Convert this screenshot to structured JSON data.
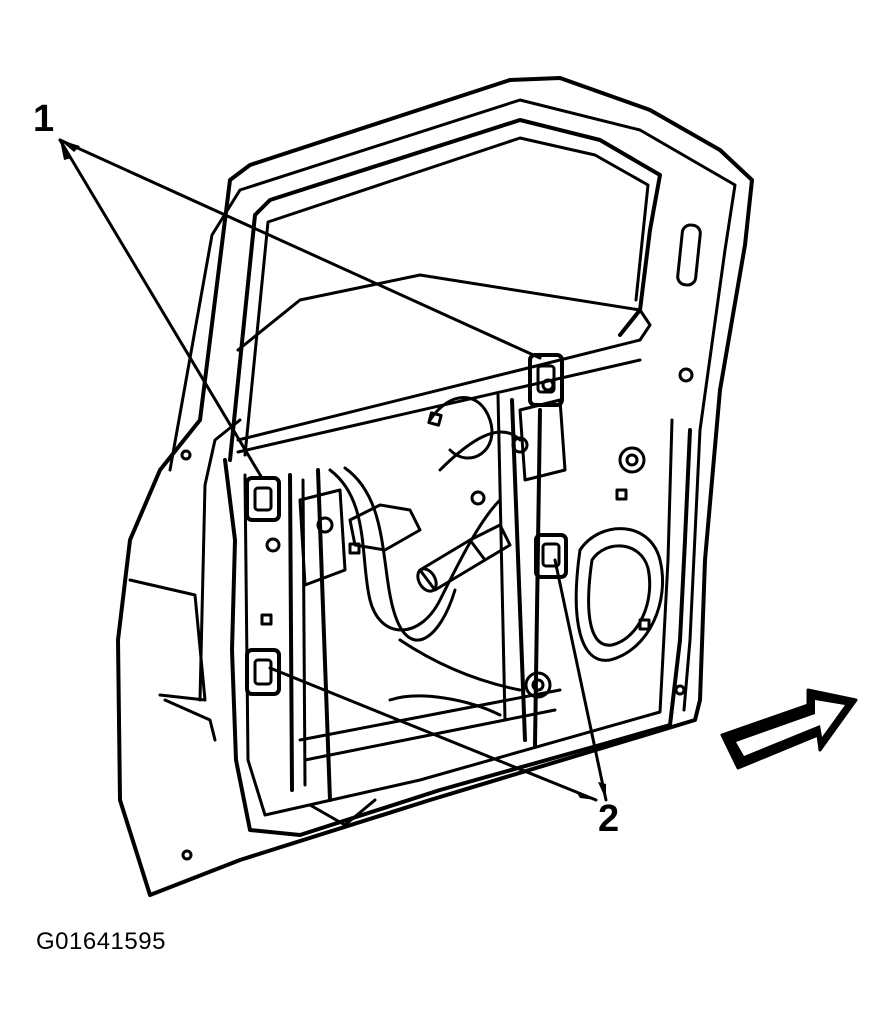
{
  "callouts": {
    "one": "1",
    "two": "2"
  },
  "figure_id": "G01641595",
  "colors": {
    "line": "#000000",
    "background": "#ffffff"
  },
  "icons": {
    "direction_arrow": "forward-arrow-icon"
  }
}
